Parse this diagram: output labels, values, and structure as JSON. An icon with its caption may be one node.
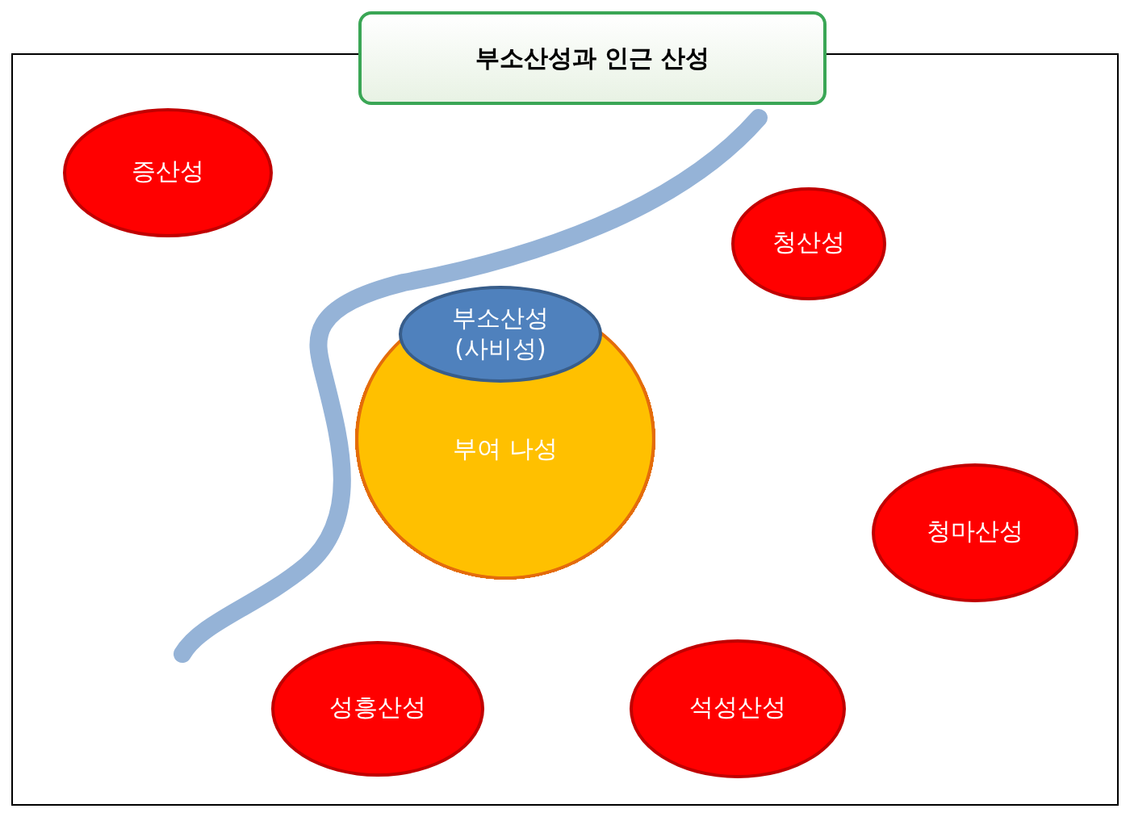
{
  "diagram": {
    "title": "부소산성과 인근 산성",
    "nodes": [
      {
        "text": [
          "증산성"
        ]
      },
      {
        "text": [
          "청산성"
        ]
      },
      {
        "text": [
          "부소산성 (사비성)"
        ]
      },
      {
        "text": [
          "부여 나성"
        ]
      },
      {
        "text": [
          "청마산성"
        ]
      },
      {
        "text": [
          "성흥산성"
        ]
      },
      {
        "text": [
          "석성산성"
        ]
      }
    ]
  }
}
